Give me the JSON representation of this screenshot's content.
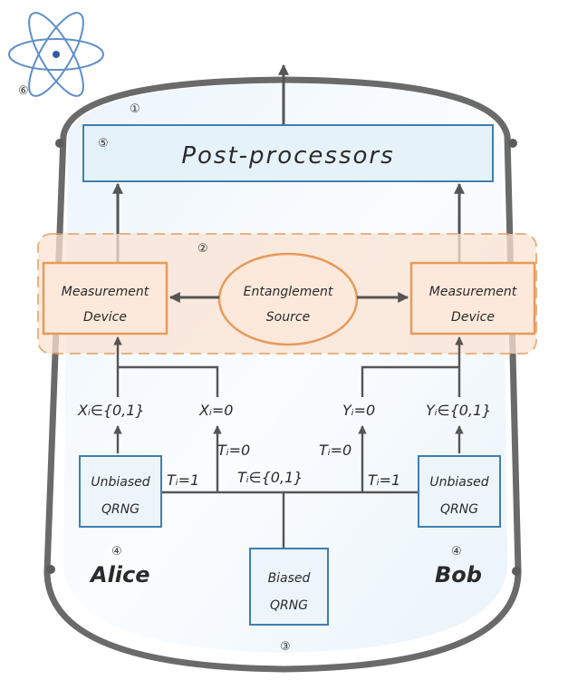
{
  "labels": {
    "post_processors": "Post-processors",
    "measurement_left_line1": "Measurement",
    "measurement_left_line2": "Device",
    "measurement_right_line1": "Measurement",
    "measurement_right_line2": "Device",
    "entanglement_line1": "Entanglement",
    "entanglement_line2": "Source",
    "x_choice": "Xᵢ∈{0,1}",
    "x_zero": "Xᵢ=0",
    "y_zero": "Yᵢ=0",
    "y_choice": "Yᵢ∈{0,1}",
    "t_zero_left": "Tᵢ=0",
    "t_zero_right": "Tᵢ=0",
    "t_one_left": "Tᵢ=1",
    "t_one_right": "Tᵢ=1",
    "t_choice": "Tᵢ∈{0,1}",
    "unbiased_left_line1": "Unbiased",
    "unbiased_left_line2": "QRNG",
    "unbiased_right_line1": "Unbiased",
    "unbiased_right_line2": "QRNG",
    "biased_line1": "Biased",
    "biased_line2": "QRNG",
    "alice": "Alice",
    "bob": "Bob"
  },
  "markers": {
    "m1": "①",
    "m2": "②",
    "m3": "③",
    "m4_left": "④",
    "m4_right": "④",
    "m5": "⑤",
    "m6": "⑥"
  },
  "icons": {
    "atom": "atom-icon"
  },
  "colors": {
    "blue_box_stroke": "#3f7fb0",
    "blue_box_fill": "#e6f2fa",
    "orange_stroke": "#e79a5a",
    "orange_fill": "#fbe3d3",
    "outline": "#6a6a6a"
  }
}
